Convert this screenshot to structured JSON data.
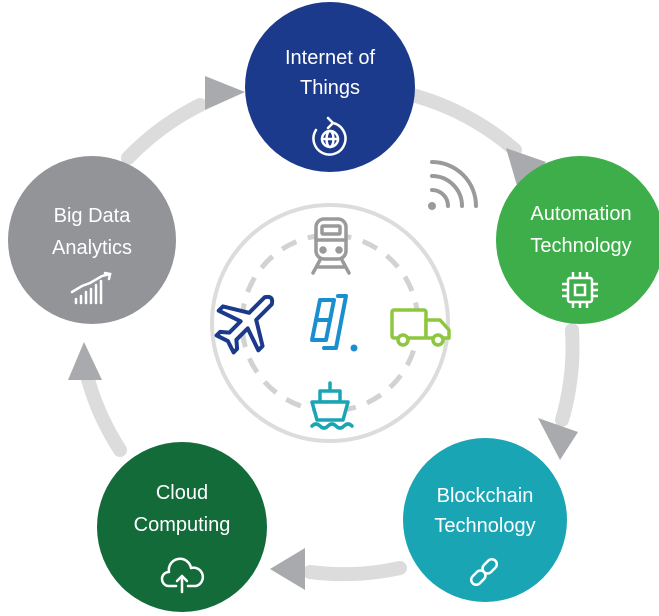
{
  "nodes": [
    {
      "id": "iot",
      "lines": [
        "Internet of",
        "Things"
      ],
      "icon": "globe-refresh-icon",
      "color": "#1b3a8c"
    },
    {
      "id": "automation",
      "lines": [
        "Automation",
        "Technology"
      ],
      "icon": "chip-icon",
      "color": "#3dae49"
    },
    {
      "id": "blockchain",
      "lines": [
        "Blockchain",
        "Technology"
      ],
      "icon": "link-icon",
      "color": "#1aa5b5"
    },
    {
      "id": "cloud",
      "lines": [
        "Cloud",
        "Computing"
      ],
      "icon": "cloud-upload-icon",
      "color": "#136b3a"
    },
    {
      "id": "bigdata",
      "lines": [
        "Big Data",
        "Analytics"
      ],
      "icon": "growth-chart-icon",
      "color": "#929498"
    }
  ],
  "center_icons": [
    "train-icon",
    "airplane-icon",
    "cart-icon",
    "truck-icon",
    "ship-icon",
    "wifi-signal-icon"
  ],
  "colors": {
    "ring": "#dcdcdc",
    "arrow": "#a8aaad",
    "dash": "#d2d2d2",
    "navy": "#1b3a8c",
    "blue": "#1a8fd0",
    "green": "#8dc63f",
    "teal": "#1aa5b5",
    "gray": "#9a9a9a"
  }
}
